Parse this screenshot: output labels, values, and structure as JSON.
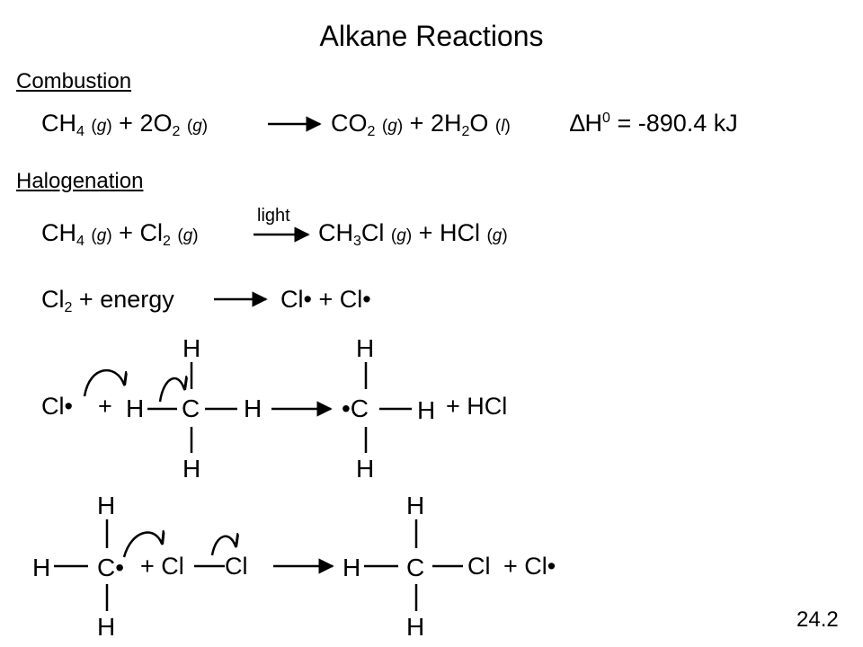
{
  "title": "Alkane Reactions",
  "sections": {
    "combustion": "Combustion",
    "halogenation": "Halogenation"
  },
  "combustion_eq": {
    "r1": "CH",
    "r1_sub": "4",
    "r1_state": "g",
    "plus1": "+ 2O",
    "r2_sub": "2",
    "r2_state": "g",
    "p1": "CO",
    "p1_sub": "2",
    "p1_state": "g",
    "plus2": "+ 2H",
    "p2_sub": "2",
    "p2_tail": "O",
    "p2_state": "l",
    "delta": "∆H",
    "delta_sup": "0",
    "delta_val": "= -890.4 kJ"
  },
  "halogenation_eq": {
    "r1": "CH",
    "r1_sub": "4",
    "r1_state": "g",
    "plus1": "+ Cl",
    "r2_sub": "2",
    "r2_state": "g",
    "arrow_label": "light",
    "p1": "CH",
    "p1_sub": "3",
    "p1_tail": "Cl",
    "p1_state": "g",
    "plus2": "+ HCl",
    "p2_state": "g"
  },
  "initiation": {
    "left": "Cl",
    "left_sub": "2",
    "left_tail": "+ energy",
    "right": "Cl• + Cl•"
  },
  "step2": {
    "radical": "Cl•",
    "plus": "+",
    "H_top_1": "H",
    "H_left_1": "H",
    "C_1": "C",
    "H_right_1": "H",
    "H_bottom_1": "H",
    "H_top_2": "H",
    "C_2": "•C",
    "H_right_2": "H",
    "H_bottom_2": "H",
    "byproduct": "+ HCl"
  },
  "step3": {
    "H_top_1": "H",
    "H_left_1": "H",
    "C_1": "C•",
    "H_bottom_1": "H",
    "plus": "+ Cl",
    "Cl_2": "Cl",
    "H_top_2": "H",
    "H_left_2": "H",
    "C_2": "C",
    "Cl_3": "Cl",
    "H_bottom_2": "H",
    "byproduct": "+ Cl•"
  },
  "page_number": "24.2"
}
